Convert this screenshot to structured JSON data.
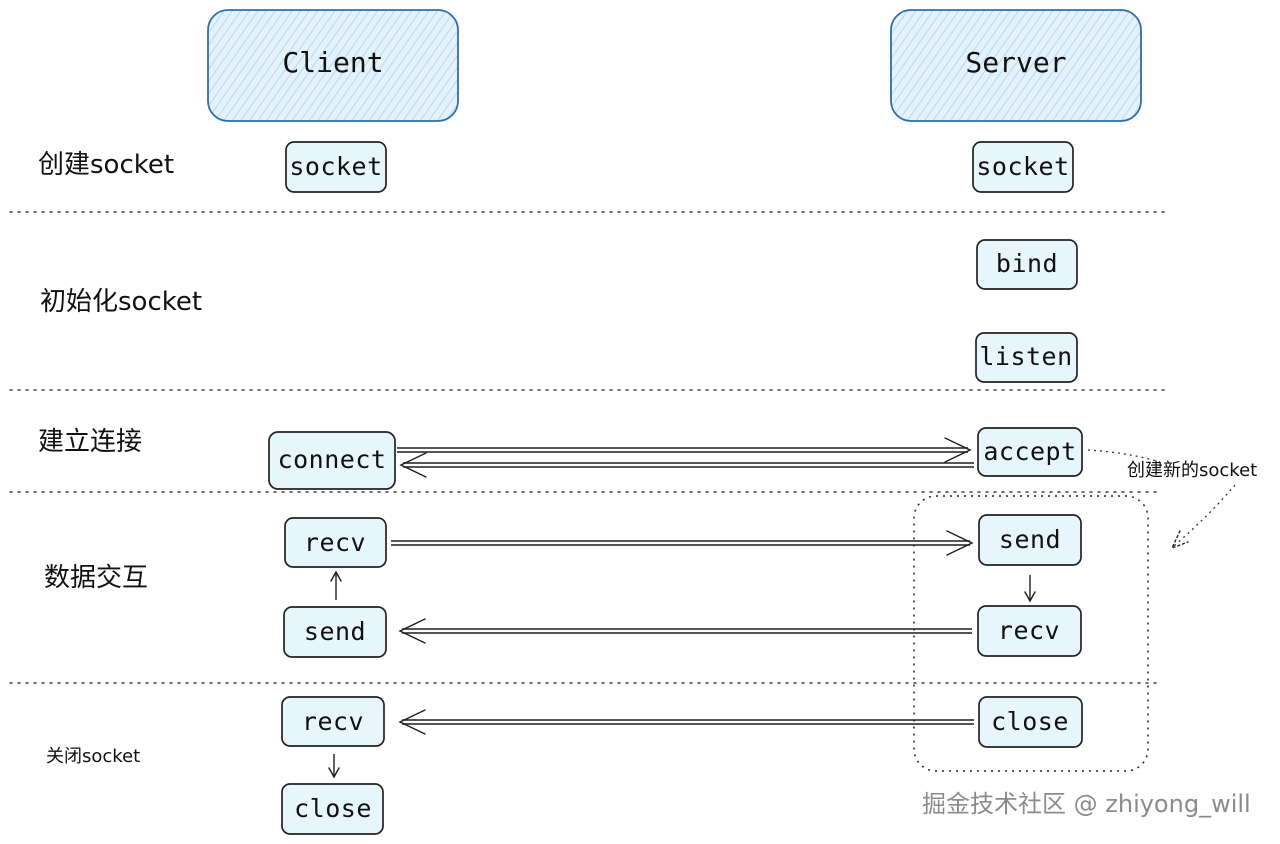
{
  "header": {
    "client": "Client",
    "server": "Server"
  },
  "stages": {
    "create": "创建socket",
    "init": "初始化socket",
    "connect": "建立连接",
    "exchange": "数据交互",
    "close": "关闭socket"
  },
  "client_nodes": {
    "socket": "socket",
    "connect": "connect",
    "recv_top": "recv",
    "send": "send",
    "recv_bottom": "recv",
    "close": "close"
  },
  "server_nodes": {
    "socket": "socket",
    "bind": "bind",
    "listen": "listen",
    "accept": "accept",
    "send": "send",
    "recv": "recv",
    "close": "close"
  },
  "annotations": {
    "new_socket": "创建新的socket"
  },
  "footer": {
    "watermark": "掘金技术社区 @ zhiyong_will"
  },
  "colors": {
    "node_fill": "#e7f5fd",
    "header_stroke": "#2d6fa6",
    "ink": "#111111"
  }
}
